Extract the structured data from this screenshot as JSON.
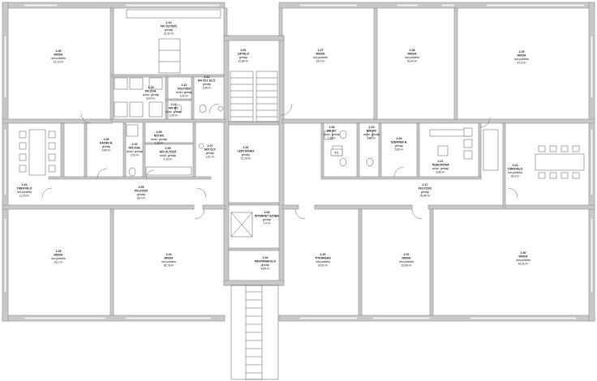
{
  "rooms": [
    {
      "id": "r2-26",
      "no": "2.26",
      "title": "IRODA",
      "sub": "lam.parketta",
      "area": "21,13 m²"
    },
    {
      "id": "r2-14",
      "no": "2.14",
      "title": "FFI ÖLTÖZŐ",
      "sub": "greslap",
      "area": "21,32 m²"
    },
    {
      "id": "r2-27",
      "no": "2.27",
      "title": "IRODA",
      "sub": "lam.parketta",
      "area": "23,0 m²"
    },
    {
      "id": "r2-28",
      "no": "2.28",
      "title": "IRODA",
      "sub": "lam.parketta",
      "area": "29,94 m²"
    },
    {
      "id": "r2-29",
      "no": "2.29",
      "title": "IRODA",
      "sub": "lam.parketta",
      "area": "41,3 m²"
    },
    {
      "id": "r2-01",
      "no": "2.01",
      "title": "LIFTELŐ",
      "sub": "greslap",
      "area": "10,89 m²"
    },
    {
      "id": "r2-15",
      "no": "2.15",
      "title": "FFI ZUH.",
      "sub": "csúsz. greslap",
      "area": "6,60 m²"
    },
    {
      "id": "r2-12",
      "no": "2.12",
      "title": "FOLYOSÓ",
      "sub": "csúsz. greslap",
      "area": "2,92 m²"
    },
    {
      "id": "r2-11",
      "no": "2.11",
      "title": "FFI ÖLT. ELŐ.",
      "sub": "greslap",
      "area": "3,90 m²"
    },
    {
      "id": "r2-13",
      "no": "2.13",
      "title": "FFI WC",
      "sub": "csúsz. greslap",
      "area": "1,25 m²"
    },
    {
      "id": "r2-06",
      "no": "2.06",
      "title": "KAZÁN H.",
      "sub": "greslap",
      "area": "9,60 m²"
    },
    {
      "id": "r2-08",
      "no": "2.08",
      "title": "NŐI WC",
      "sub": "csúsz. greslap",
      "area": "1,33 m²"
    },
    {
      "id": "r2-10",
      "no": "2.10",
      "title": "NŐI ZUH.",
      "sub": "csúsz. greslap",
      "area": "2,52 m²"
    },
    {
      "id": "r2-09",
      "no": "2.09",
      "title": "NŐI ÖLTÖZŐ",
      "sub": "csúsz. greslap",
      "area": "4,16 m²"
    },
    {
      "id": "r2-07",
      "no": "2.07",
      "title": "NŐI ÖLT.",
      "sub": "greslap",
      "area": "1,61 m²"
    },
    {
      "id": "r2-02",
      "no": "2.02",
      "title": "LÉPCSŐHÁZ",
      "sub": "greslap",
      "area": "21,28 m²"
    },
    {
      "id": "r2-18",
      "no": "2.18",
      "title": "FFI WC",
      "sub": "csúsz. greslap",
      "area": "1,46 m²"
    },
    {
      "id": "r2-19",
      "no": "2.19",
      "title": "NŐI WC",
      "sub": "csúsz. greslap",
      "area": "1,92 m²"
    },
    {
      "id": "r2-20",
      "no": "2.20",
      "title": "SZERVER H.",
      "sub": "greslap",
      "area": "5,80 m²"
    },
    {
      "id": "r2-21",
      "no": "2.21",
      "title": "TEAKONYHA",
      "sub": "csúsz. greslap",
      "area": "8,96 m²"
    },
    {
      "id": "r2-22",
      "no": "2.22",
      "title": "TÁRGYALÓ",
      "sub": "lam.parketta",
      "area": "18,3 m²"
    },
    {
      "id": "r2-16",
      "no": "2.16",
      "title": "TÁRGYALÓ",
      "sub": "lam.parketta",
      "area": "11,23 m²"
    },
    {
      "id": "r2-05",
      "no": "2.05",
      "title": "FOLYOSÓ",
      "sub": "greslap",
      "area": "18,4 m²"
    },
    {
      "id": "r2-17",
      "no": "2.17",
      "title": "FOLYOSÓ",
      "sub": "greslap",
      "area": "39,85 m²"
    },
    {
      "id": "r2-03",
      "no": "2.03",
      "title": "INTERNET SZOBA",
      "sub": "greslap",
      "area": "7,4 m²"
    },
    {
      "id": "r2-04",
      "no": "2.04",
      "title": "PÉNYPRAKOLÓ",
      "sub": "greslap",
      "area": "8,89 m²"
    },
    {
      "id": "r2-25",
      "no": "2.25",
      "title": "IRODA",
      "sub": "lam.parketta",
      "area": "33,1 m²"
    },
    {
      "id": "r2-24",
      "no": "2.24",
      "title": "IRODA",
      "sub": "lam.parketta",
      "area": "36,78 m²"
    },
    {
      "id": "r2-23",
      "no": "2.23",
      "title": "TITKÁRSÁG",
      "sub": "lam.parketta",
      "area": "24,92 m²"
    },
    {
      "id": "r2-31",
      "no": "2.31",
      "title": "IRODA",
      "sub": "lam.parketta",
      "area": "23,68 m²"
    },
    {
      "id": "r2-30",
      "no": "2.30",
      "title": "IRODA",
      "sub": "lam.parketta",
      "area": "42,32 m²"
    }
  ],
  "fixtures": {
    "server_marker": "421"
  }
}
